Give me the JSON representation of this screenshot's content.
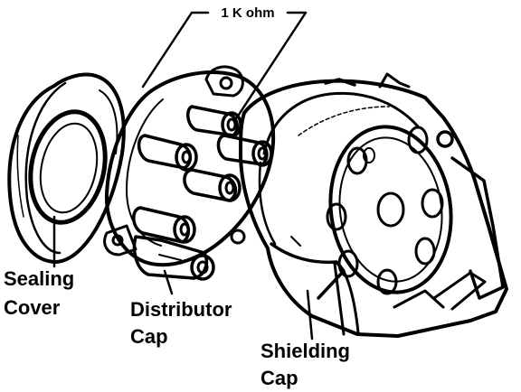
{
  "labels": {
    "resistance": "1 K ohm",
    "sealing_line1": "Sealing",
    "sealing_line2": "Cover",
    "distributor_line1": "Distributor",
    "distributor_line2": "Cap",
    "shielding_line1": "Shielding",
    "shielding_line2": "Cap"
  },
  "colors": {
    "ink": "#000000",
    "paper": "#ffffff"
  }
}
